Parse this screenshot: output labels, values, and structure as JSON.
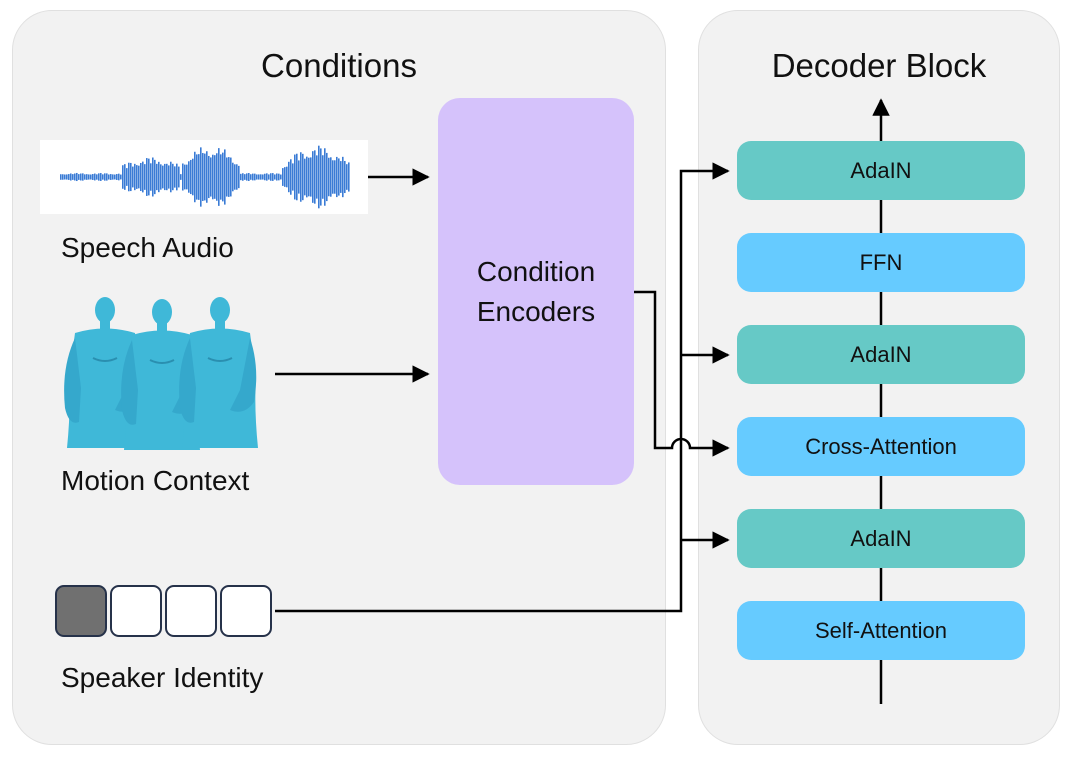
{
  "conditions": {
    "title": "Conditions",
    "speech_audio_label": "Speech Audio",
    "motion_context_label": "Motion Context",
    "speaker_identity_label": "Speaker Identity",
    "encoder_line1": "Condition",
    "encoder_line2": "Encoders"
  },
  "decoder": {
    "title": "Decoder Block",
    "blocks": [
      {
        "label": "AdaIN"
      },
      {
        "label": "FFN"
      },
      {
        "label": "AdaIN"
      },
      {
        "label": "Cross-Attention"
      },
      {
        "label": "AdaIN"
      },
      {
        "label": "Self-Attention"
      }
    ]
  },
  "colors": {
    "panel": "#f2f2f2",
    "encoder": "#d5c2fb",
    "adain": "#66c9c6",
    "attention": "#66cbff",
    "waveform": "#3a7bd5",
    "figure": "#3fb8d8",
    "identity_selected": "#707070"
  },
  "icons": [
    "waveform-icon",
    "motion-figures-icon",
    "one-hot-vector-icon",
    "arrow-icon"
  ]
}
